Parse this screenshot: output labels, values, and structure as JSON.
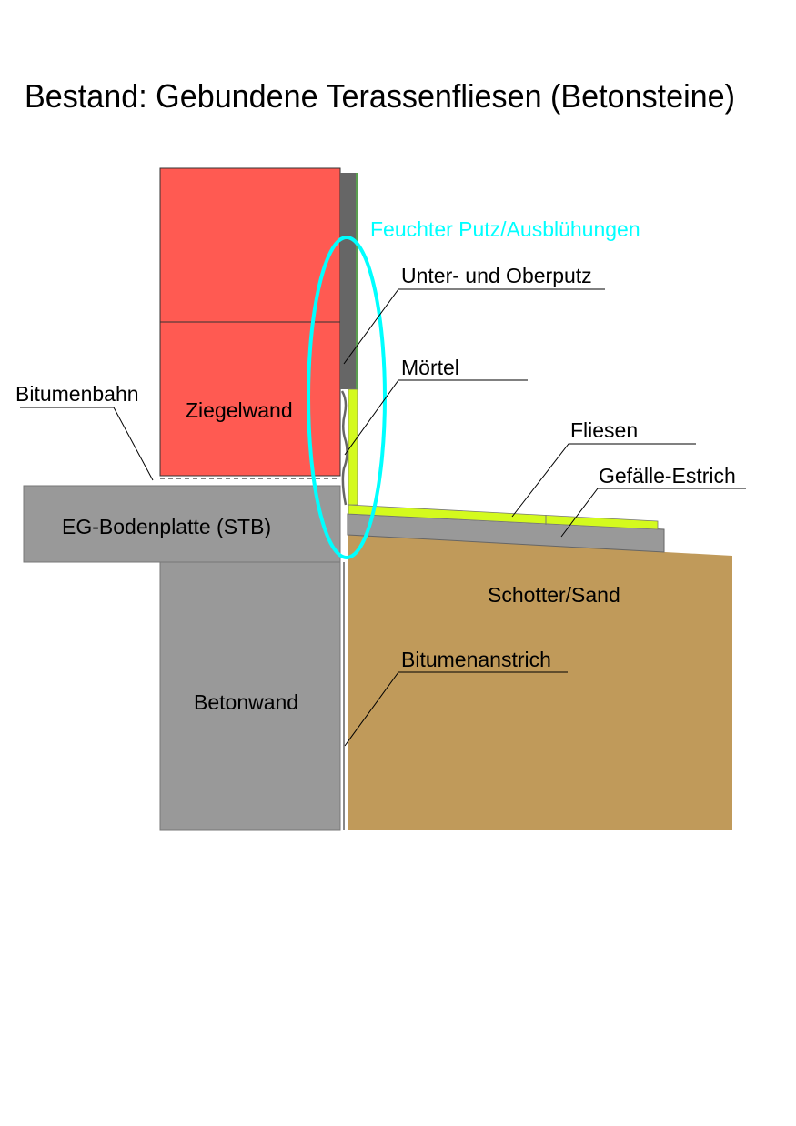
{
  "title": "Bestand: Gebundene Terassenfliesen (Betonsteine)",
  "labels": {
    "feuchter_putz": "Feuchter Putz/Ausblühungen",
    "putz": "Unter- und Oberputz",
    "moertel": "Mörtel",
    "bitumenbahn": "Bitumenbahn",
    "ziegelwand": "Ziegelwand",
    "fliesen": "Fliesen",
    "estrich": "Gefälle-Estrich",
    "bodenplatte": "EG-Bodenplatte (STB)",
    "schotter": "Schotter/Sand",
    "bitumenanstrich": "Bitumenanstrich",
    "betonwand": "Betonwand"
  },
  "colors": {
    "brick": "#ff5a52",
    "concrete": "#999999",
    "plaster": "#666666",
    "mortar": "#d4fa1e",
    "soil": "#c09a5a",
    "highlight": "#00ffff"
  }
}
